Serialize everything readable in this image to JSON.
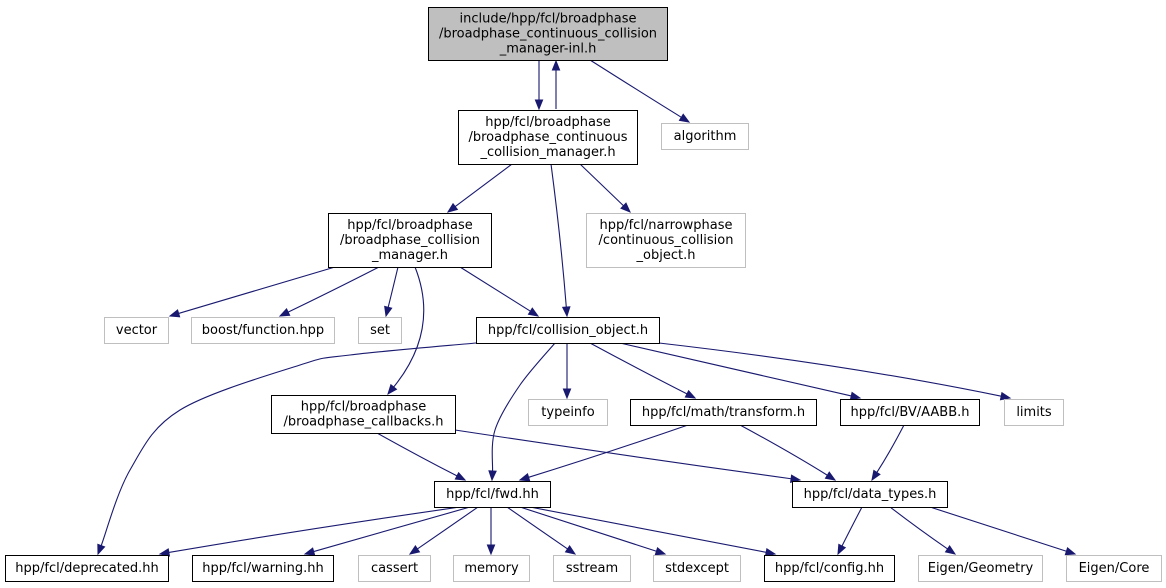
{
  "diagram": {
    "type": "include-dependency-graph",
    "colors": {
      "edge": "#191970",
      "root_fill": "#bfbfbf",
      "internal_border": "#000000",
      "external_border": "#bfbfbf",
      "text": "#000000"
    },
    "nodes": [
      {
        "id": "root",
        "kind": "root",
        "lines": [
          "include/hpp/fcl/broadphase",
          "/broadphase_continuous_collision",
          "_manager-inl.h"
        ]
      },
      {
        "id": "ccm",
        "kind": "internal",
        "lines": [
          "hpp/fcl/broadphase",
          "/broadphase_continuous",
          "_collision_manager.h"
        ]
      },
      {
        "id": "algorithm",
        "kind": "external",
        "lines": [
          "algorithm"
        ]
      },
      {
        "id": "bcm",
        "kind": "internal",
        "lines": [
          "hpp/fcl/broadphase",
          "/broadphase_collision",
          "_manager.h"
        ]
      },
      {
        "id": "cco",
        "kind": "external",
        "lines": [
          "hpp/fcl/narrowphase",
          "/continuous_collision",
          "_object.h"
        ]
      },
      {
        "id": "vector",
        "kind": "external",
        "lines": [
          "vector"
        ]
      },
      {
        "id": "boostfn",
        "kind": "external",
        "lines": [
          "boost/function.hpp"
        ]
      },
      {
        "id": "set",
        "kind": "external",
        "lines": [
          "set"
        ]
      },
      {
        "id": "colobj",
        "kind": "internal",
        "lines": [
          "hpp/fcl/collision_object.h"
        ]
      },
      {
        "id": "callbacks",
        "kind": "internal",
        "lines": [
          "hpp/fcl/broadphase",
          "/broadphase_callbacks.h"
        ]
      },
      {
        "id": "typeinfo",
        "kind": "external",
        "lines": [
          "typeinfo"
        ]
      },
      {
        "id": "transform",
        "kind": "internal",
        "lines": [
          "hpp/fcl/math/transform.h"
        ]
      },
      {
        "id": "aabb",
        "kind": "internal",
        "lines": [
          "hpp/fcl/BV/AABB.h"
        ]
      },
      {
        "id": "limits",
        "kind": "external",
        "lines": [
          "limits"
        ]
      },
      {
        "id": "fwd",
        "kind": "internal",
        "lines": [
          "hpp/fcl/fwd.hh"
        ]
      },
      {
        "id": "datatypes",
        "kind": "internal",
        "lines": [
          "hpp/fcl/data_types.h"
        ]
      },
      {
        "id": "deprecated",
        "kind": "internal",
        "lines": [
          "hpp/fcl/deprecated.hh"
        ]
      },
      {
        "id": "warning",
        "kind": "internal",
        "lines": [
          "hpp/fcl/warning.hh"
        ]
      },
      {
        "id": "cassert",
        "kind": "external",
        "lines": [
          "cassert"
        ]
      },
      {
        "id": "memory",
        "kind": "external",
        "lines": [
          "memory"
        ]
      },
      {
        "id": "sstream",
        "kind": "external",
        "lines": [
          "sstream"
        ]
      },
      {
        "id": "stdexcept",
        "kind": "external",
        "lines": [
          "stdexcept"
        ]
      },
      {
        "id": "config",
        "kind": "internal",
        "lines": [
          "hpp/fcl/config.hh"
        ]
      },
      {
        "id": "eigengeom",
        "kind": "external",
        "lines": [
          "Eigen/Geometry"
        ]
      },
      {
        "id": "eigencore",
        "kind": "external",
        "lines": [
          "Eigen/Core"
        ]
      }
    ],
    "edges": [
      {
        "from": "root",
        "to": "ccm"
      },
      {
        "from": "ccm",
        "to": "root"
      },
      {
        "from": "root",
        "to": "algorithm"
      },
      {
        "from": "ccm",
        "to": "bcm"
      },
      {
        "from": "ccm",
        "to": "cco"
      },
      {
        "from": "ccm",
        "to": "colobj"
      },
      {
        "from": "bcm",
        "to": "vector"
      },
      {
        "from": "bcm",
        "to": "boostfn"
      },
      {
        "from": "bcm",
        "to": "set"
      },
      {
        "from": "bcm",
        "to": "colobj"
      },
      {
        "from": "bcm",
        "to": "callbacks"
      },
      {
        "from": "colobj",
        "to": "deprecated"
      },
      {
        "from": "colobj",
        "to": "fwd"
      },
      {
        "from": "colobj",
        "to": "typeinfo"
      },
      {
        "from": "colobj",
        "to": "transform"
      },
      {
        "from": "colobj",
        "to": "aabb"
      },
      {
        "from": "colobj",
        "to": "limits"
      },
      {
        "from": "callbacks",
        "to": "fwd"
      },
      {
        "from": "callbacks",
        "to": "datatypes"
      },
      {
        "from": "transform",
        "to": "fwd"
      },
      {
        "from": "transform",
        "to": "datatypes"
      },
      {
        "from": "aabb",
        "to": "datatypes"
      },
      {
        "from": "fwd",
        "to": "deprecated"
      },
      {
        "from": "fwd",
        "to": "warning"
      },
      {
        "from": "fwd",
        "to": "cassert"
      },
      {
        "from": "fwd",
        "to": "memory"
      },
      {
        "from": "fwd",
        "to": "sstream"
      },
      {
        "from": "fwd",
        "to": "stdexcept"
      },
      {
        "from": "fwd",
        "to": "config"
      },
      {
        "from": "datatypes",
        "to": "config"
      },
      {
        "from": "datatypes",
        "to": "eigengeom"
      },
      {
        "from": "datatypes",
        "to": "eigencore"
      }
    ]
  }
}
